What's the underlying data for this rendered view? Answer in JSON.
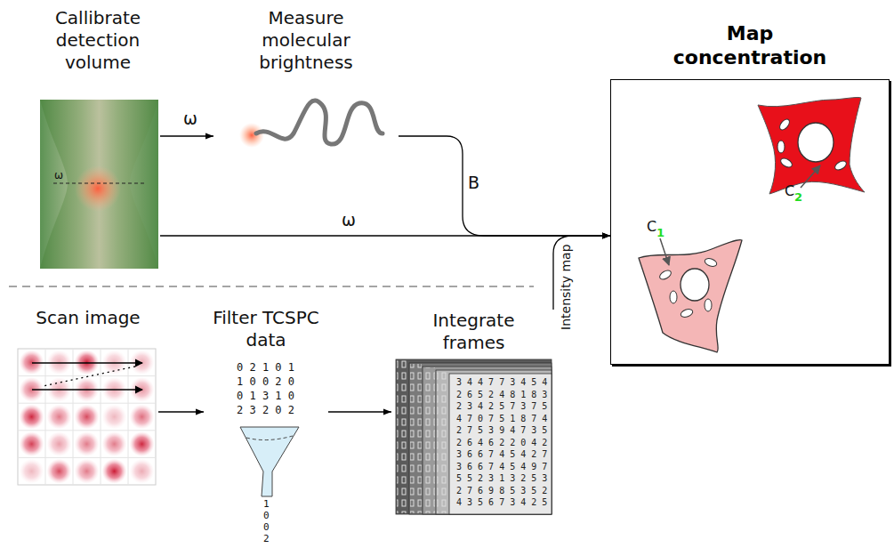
{
  "diagram": {
    "nodes": [
      {
        "text": [
          "Callibrate detection volume"
        ]
      },
      {
        "text": [
          "Measure molecular brightness"
        ]
      },
      {
        "text": [
          "Map concentration"
        ]
      },
      {
        "text": [
          "Scan image"
        ]
      },
      {
        "text": [
          "Filter TCSPC data"
        ]
      },
      {
        "text": [
          "Integrate frames"
        ]
      }
    ],
    "edges": [
      {
        "from": 0,
        "to": 1,
        "arrow": "to",
        "label": "ω"
      },
      {
        "from": 1,
        "to": 2,
        "arrow": "to",
        "label": "B"
      },
      {
        "from": 0,
        "to": 2,
        "arrow": "to",
        "label": "ω"
      },
      {
        "from": 3,
        "to": 4,
        "arrow": "to"
      },
      {
        "from": 4,
        "to": 5,
        "arrow": "to"
      },
      {
        "from": 5,
        "to": 2,
        "arrow": "to",
        "label": "Intensity map"
      }
    ],
    "labels": [
      "ω",
      "C",
      "1",
      "C",
      "2",
      "0 2 1 0 1",
      "1 0 0 2 0",
      "0 1 3 1 0",
      "2 3 2 0 2",
      "1",
      "0",
      "0",
      "2",
      "3 4 4 7 7 3 4 5 4",
      "2 6 5 2 4 8 1 8 3",
      "2 3 4 2 5 7 3 7 5",
      "4 7 0 7 5 1 8 7 4",
      "2 7 5 3 9 4 7 3 5",
      "2 6 4 6 2 2 0 4 2",
      "3 6 6 7 4 5 4 2 7",
      "3 6 6 7 4 5 4 9 7",
      "5 5 2 3 1 3 2 5 3",
      "2 7 6 9 8 5 3 5 2",
      "4 3 5 6 7 3 4 2 5"
    ]
  }
}
